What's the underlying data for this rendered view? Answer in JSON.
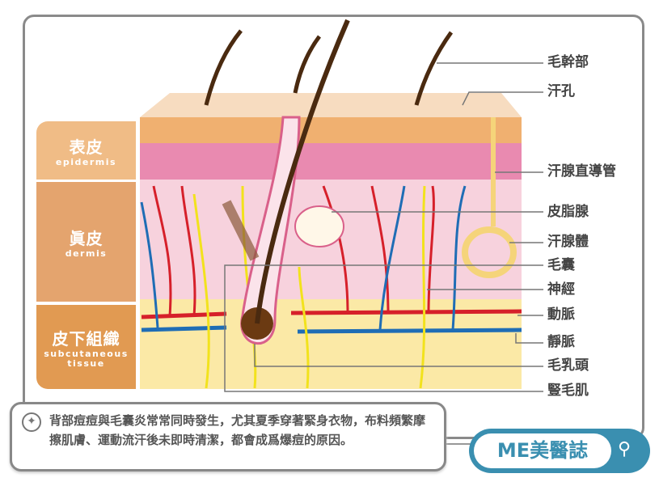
{
  "layers": [
    {
      "zh": "表皮",
      "en": "epidermis"
    },
    {
      "zh": "眞皮",
      "en": "dermis"
    },
    {
      "zh": "皮下組織",
      "en": "subcutaneous",
      "en2": "tissue"
    }
  ],
  "labels": [
    "毛幹部",
    "汗孔",
    "汗腺直導管",
    "皮脂腺",
    "汗腺體",
    "毛囊",
    "神經",
    "動脈",
    "靜脈",
    "毛乳頭",
    "豎毛肌"
  ],
  "note": {
    "icon": "sparkle-icon",
    "text": "背部痘痘與毛囊炎常常同時發生，尤其夏季穿著緊身衣物，布料頻繁摩擦肌膚、運動流汗後未即時清潔，都會成爲爆痘的原因。"
  },
  "logo": {
    "text": "ME美醫誌",
    "icon": "search-icon"
  },
  "colors": {
    "artery": "#d6202a",
    "vein": "#1f6db5",
    "nerve": "#f2e21c",
    "brand": "#3a8fb0"
  }
}
